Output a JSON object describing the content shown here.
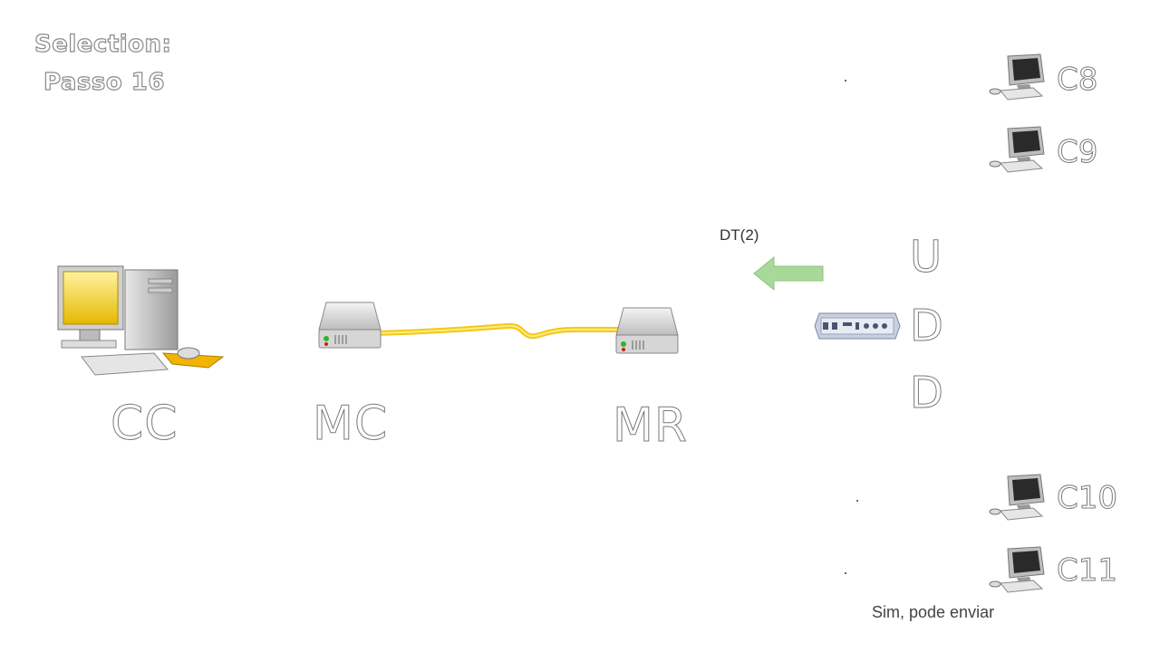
{
  "title": {
    "line1": "Selection:",
    "line2": "Passo 16"
  },
  "nodes": {
    "cc": "CC",
    "mc": "MC",
    "mr": "MR"
  },
  "message": {
    "label": "DT(2)",
    "arrow_color": "#a8d89a"
  },
  "udd": [
    "U",
    "D",
    "D"
  ],
  "clients": [
    "C8",
    "C9",
    "C10",
    "C11"
  ],
  "status_text": "Sim, pode enviar",
  "link_color": "#f2c200"
}
